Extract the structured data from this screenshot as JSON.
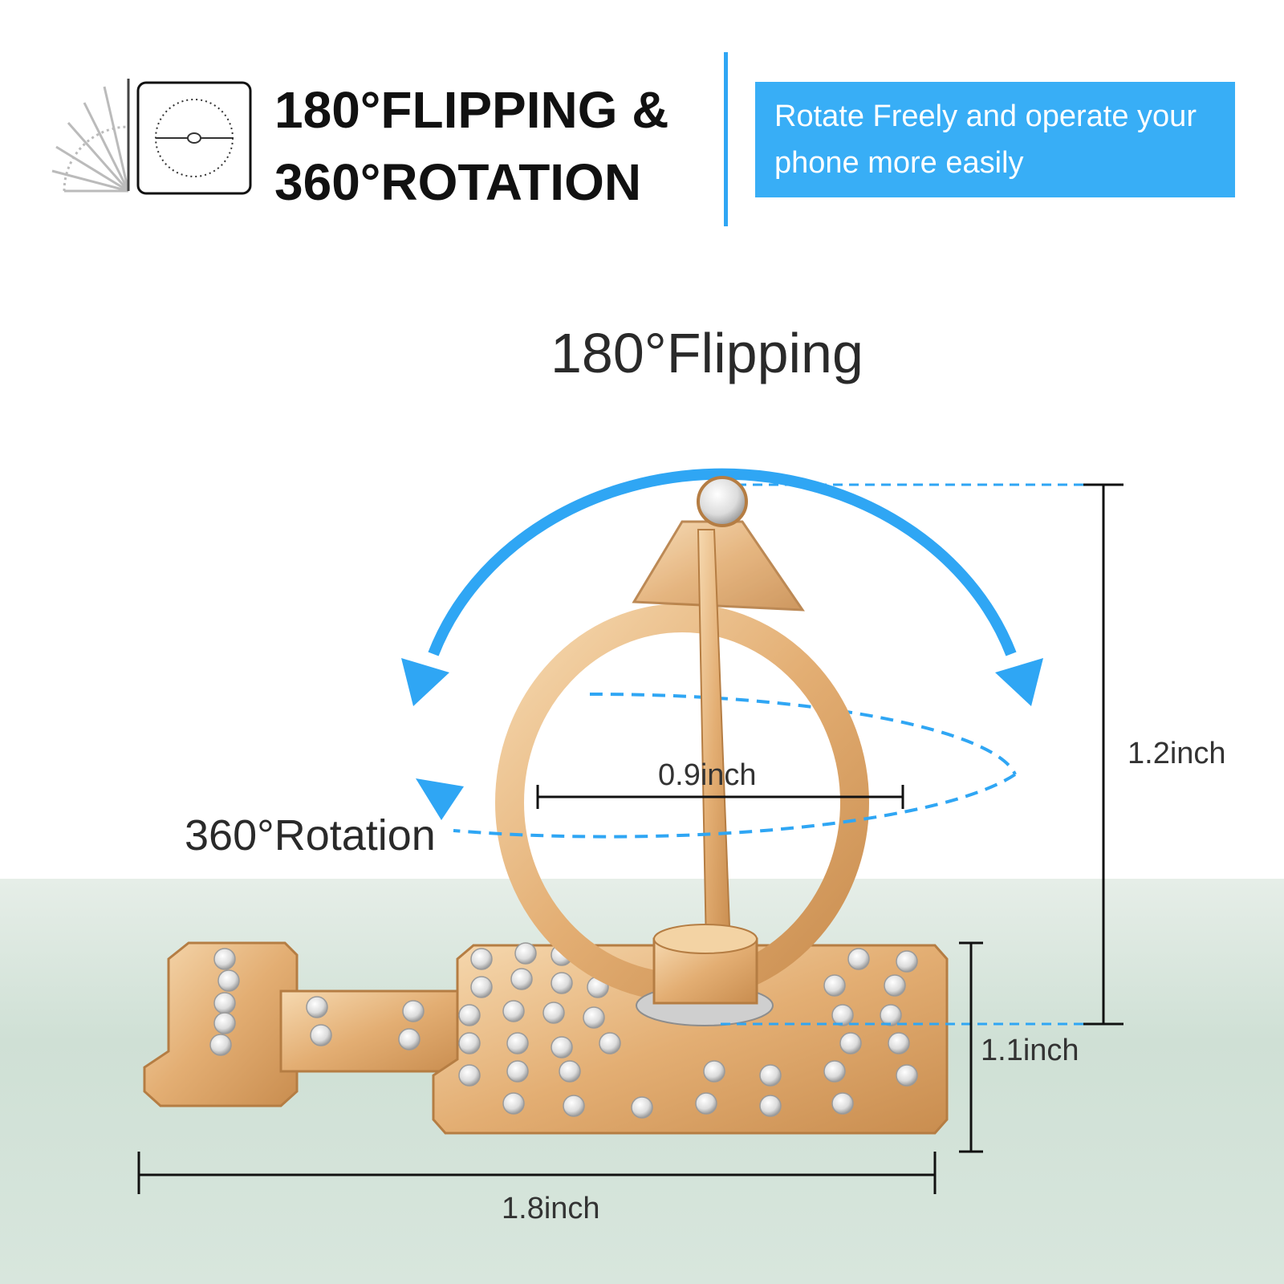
{
  "header": {
    "title_line1": "180°FLIPPING &",
    "title_line2": "360°ROTATION",
    "callout_text": "Rotate Freely and operate your phone more easily",
    "icon": "flip-rotate-icon"
  },
  "labels": {
    "flipping": "180°Flipping",
    "rotation": "360°Rotation"
  },
  "dimensions": {
    "ring_diameter": "0.9inch",
    "total_height": "1.2inch",
    "base_height": "1.1inch",
    "total_width": "1.8inch"
  },
  "colors": {
    "accent_blue": "#38aef6",
    "gold": "#e6b57a"
  }
}
